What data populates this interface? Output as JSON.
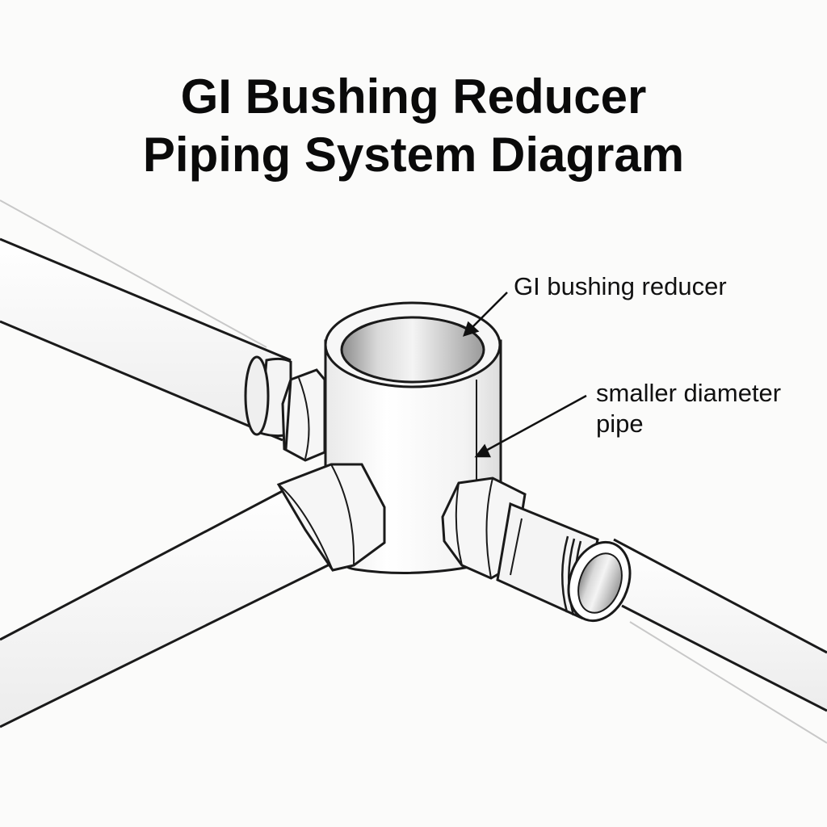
{
  "diagram": {
    "title_line1": "GI Bushing Reducer",
    "title_line2": "Piping System Diagram",
    "labels": {
      "bushing": "GI bushing reducer",
      "pipe_line1": "smaller diameter",
      "pipe_line2": "pipe"
    }
  },
  "colors": {
    "background": "#fbfbfa",
    "outline": "#1a1a1a",
    "metal_light": "#f2f2f2",
    "metal_shadow": "#bdbdbd"
  }
}
